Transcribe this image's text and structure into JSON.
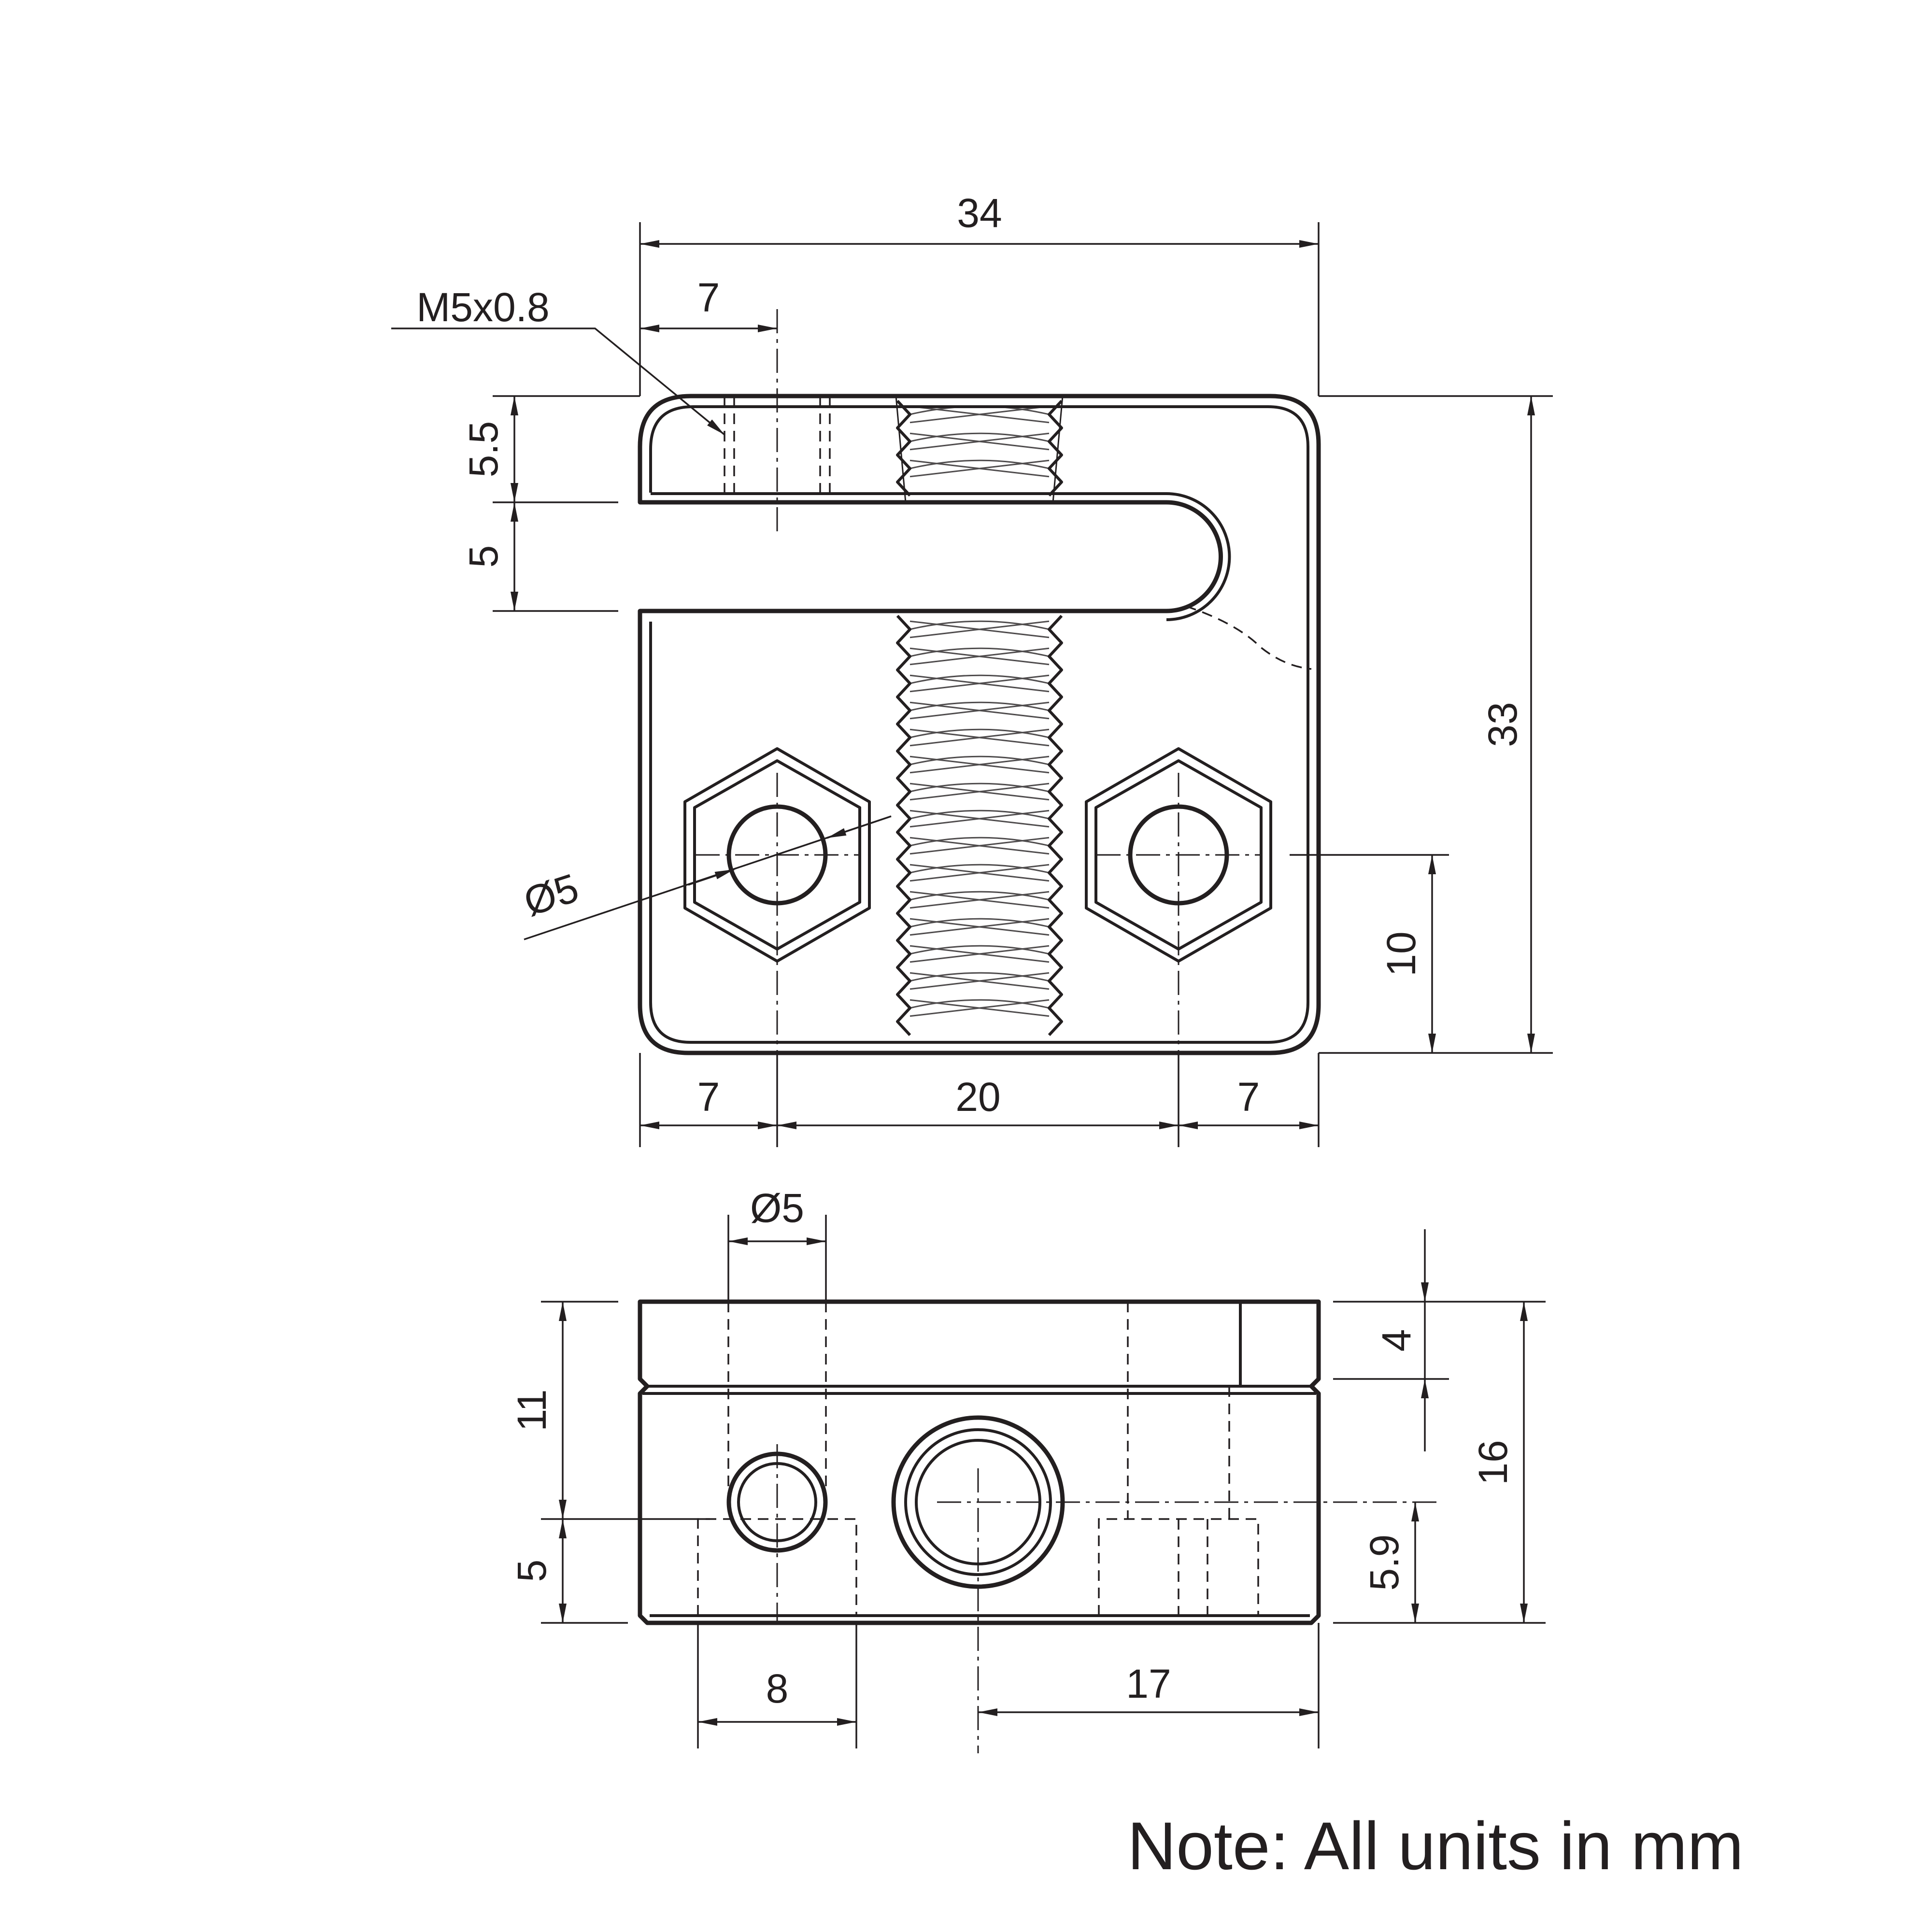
{
  "dimensions": {
    "overall_width": "34",
    "overall_height": "33",
    "thread_offset": "7",
    "thread_spec": "M5x0.8",
    "slot_top": "5.5",
    "slot_width": "5",
    "hole_diameter_front": "Ø5",
    "hole_height": "10",
    "left_margin": "7",
    "hole_spacing": "20",
    "right_margin": "7",
    "hole_diameter_side": "Ø5",
    "side_total_height": "16",
    "side_upper_height": "11",
    "side_lower_height": "5",
    "slot_depth": "4",
    "bore_height": "5.9",
    "counterbore_width": "8",
    "bore_offset": "17"
  },
  "note": "Note: All units in mm"
}
